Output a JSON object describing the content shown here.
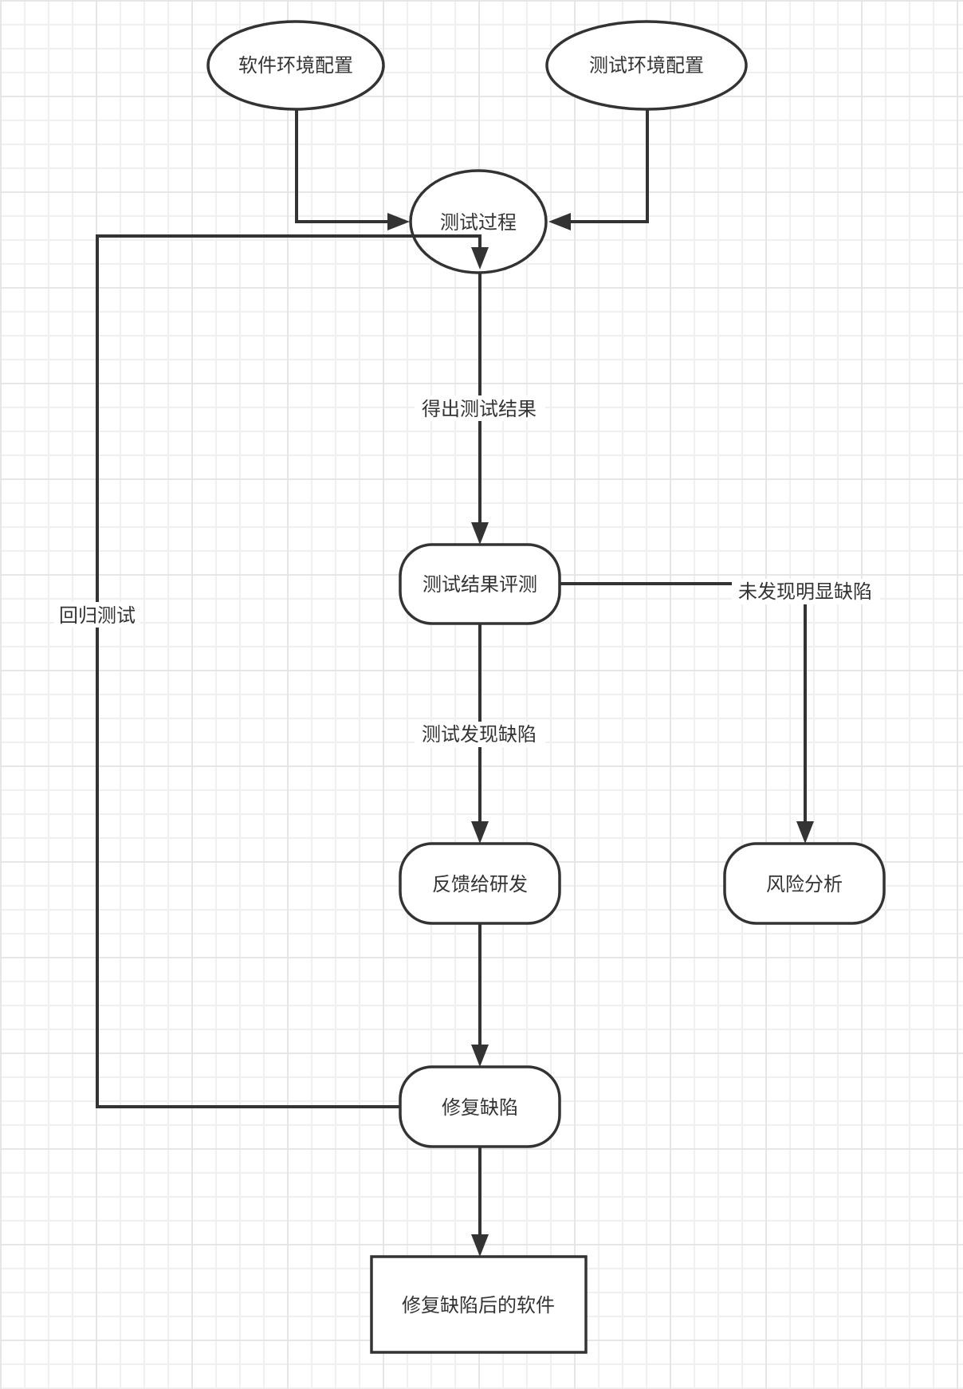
{
  "diagram": {
    "type": "flowchart",
    "colors": {
      "stroke": "#333333",
      "text": "#333333",
      "background": "#ffffff",
      "grid_minor": "#f0f0f0",
      "grid_major": "#e6e6e6"
    },
    "nodes": [
      {
        "id": "software-env",
        "shape": "ellipse",
        "label": "软件环境配置"
      },
      {
        "id": "test-env",
        "shape": "ellipse",
        "label": "测试环境配置"
      },
      {
        "id": "test-process",
        "shape": "ellipse",
        "label": "测试过程"
      },
      {
        "id": "result-eval",
        "shape": "rounded-rect",
        "label": "测试结果评测"
      },
      {
        "id": "feedback",
        "shape": "rounded-rect",
        "label": "反馈给研发"
      },
      {
        "id": "risk",
        "shape": "rounded-rect",
        "label": "风险分析"
      },
      {
        "id": "fix",
        "shape": "rounded-rect",
        "label": "修复缺陷"
      },
      {
        "id": "fixed-software",
        "shape": "rect",
        "label": "修复缺陷后的软件"
      }
    ],
    "edges": [
      {
        "from": "software-env",
        "to": "test-process",
        "label": ""
      },
      {
        "from": "test-env",
        "to": "test-process",
        "label": ""
      },
      {
        "from": "test-process",
        "to": "result-eval",
        "label": "得出测试结果"
      },
      {
        "from": "result-eval",
        "to": "risk",
        "label": "未发现明显缺陷"
      },
      {
        "from": "result-eval",
        "to": "feedback",
        "label": "测试发现缺陷"
      },
      {
        "from": "feedback",
        "to": "fix",
        "label": ""
      },
      {
        "from": "fix",
        "to": "fixed-software",
        "label": ""
      },
      {
        "from": "fix",
        "to": "test-process",
        "label": "回归测试"
      }
    ]
  }
}
